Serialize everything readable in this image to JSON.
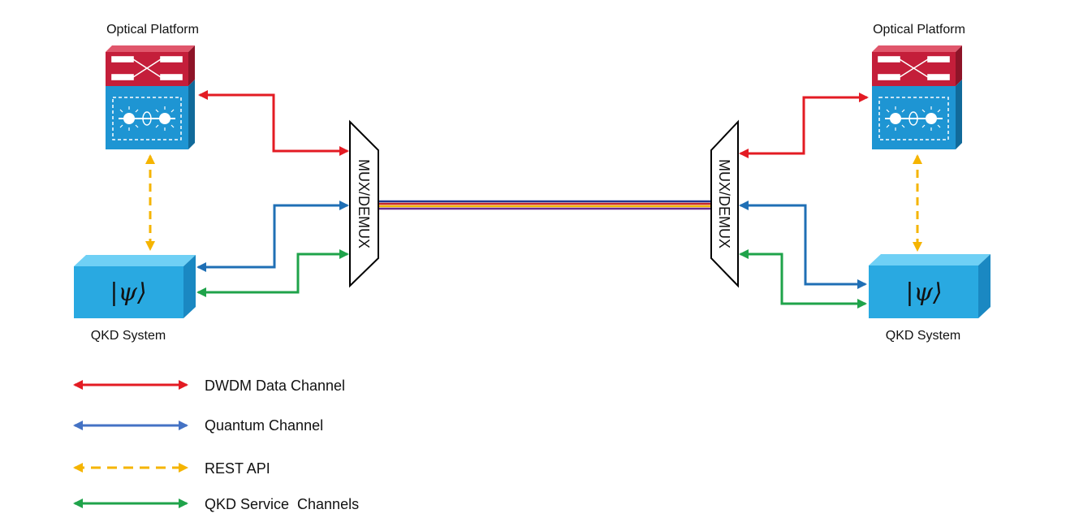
{
  "left": {
    "platform_label": "Optical Platform",
    "qkd_label": "QKD System",
    "qkd_symbol": "|ψ⟩"
  },
  "right": {
    "platform_label": "Optical Platform",
    "qkd_label": "QKD System",
    "qkd_symbol": "|ψ⟩"
  },
  "mux_left_label": "MUX/DEMUX",
  "mux_right_label": "MUX/DEMUX",
  "fiber_colors": [
    "#1f3a93",
    "#c62828",
    "#f2b705",
    "#6a2c91"
  ],
  "legend": [
    {
      "label": "DWDM Data Channel",
      "color": "#e31b23",
      "style": "solid"
    },
    {
      "label": "Quantum Channel",
      "color": "#4472c4",
      "style": "solid"
    },
    {
      "label": "REST API",
      "color": "#f5b400",
      "style": "dashed"
    },
    {
      "label": "QKD Service  Channels",
      "color": "#1fa34a",
      "style": "solid"
    }
  ],
  "colors": {
    "dwdm": "#e31b23",
    "quantum": "#1f6fb5",
    "rest": "#f5b400",
    "service": "#1fa34a",
    "platform_top": "#c41e3a",
    "platform_body": "#1e95d3",
    "qkd_box": "#29a9e1"
  }
}
